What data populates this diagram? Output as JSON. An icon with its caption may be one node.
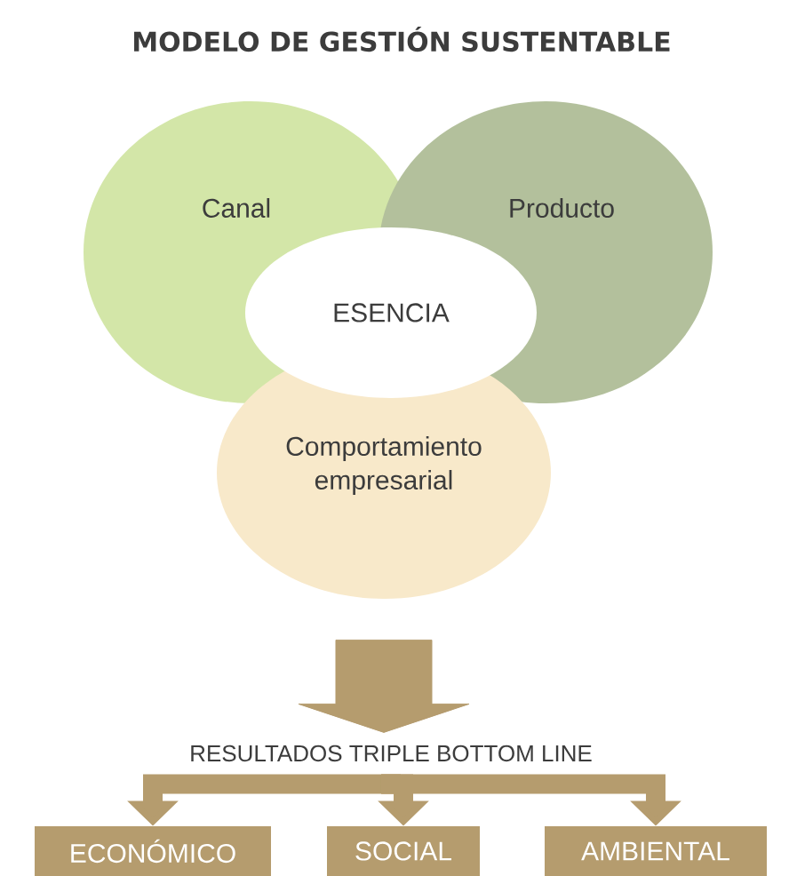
{
  "diagram": {
    "title": "MODELO DE GESTIÓN SUSTENTABLE",
    "nodes": [
      {
        "text": [
          "Canal"
        ]
      },
      {
        "text": [
          "Producto"
        ]
      },
      {
        "text": [
          "Comportamiento empresarial"
        ]
      },
      {
        "text": [
          "ESENCIA"
        ]
      },
      {
        "text": [
          "RESULTADOS TRIPLE BOTTOM LINE"
        ]
      },
      {
        "text": [
          "ECONÓMICO"
        ]
      },
      {
        "text": [
          "SOCIAL"
        ]
      },
      {
        "text": [
          "AMBIENTAL"
        ]
      }
    ],
    "edges": [
      {
        "from": 2,
        "to": 4,
        "arrow": "to",
        "style": "thick"
      },
      {
        "from": 4,
        "to": 5,
        "arrow": "to"
      },
      {
        "from": 4,
        "to": 6,
        "arrow": "to"
      },
      {
        "from": 4,
        "to": 7,
        "arrow": "to"
      }
    ]
  }
}
